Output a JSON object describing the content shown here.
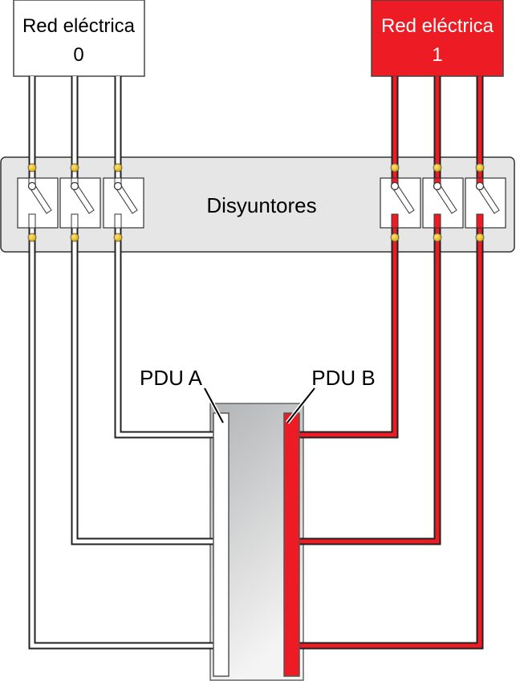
{
  "grid0": {
    "label": "Red eléctrica",
    "number": "0",
    "color": "#ffffff"
  },
  "grid1": {
    "label": "Red eléctrica",
    "number": "1",
    "color": "#ed1c24"
  },
  "breakers": {
    "label": "Disyuntores"
  },
  "pdu_a": {
    "label": "PDU A"
  },
  "pdu_b": {
    "label": "PDU B"
  },
  "colors": {
    "red": "#ed1c24",
    "panel": "#e6e6e6",
    "terminal": "#f5c400"
  }
}
